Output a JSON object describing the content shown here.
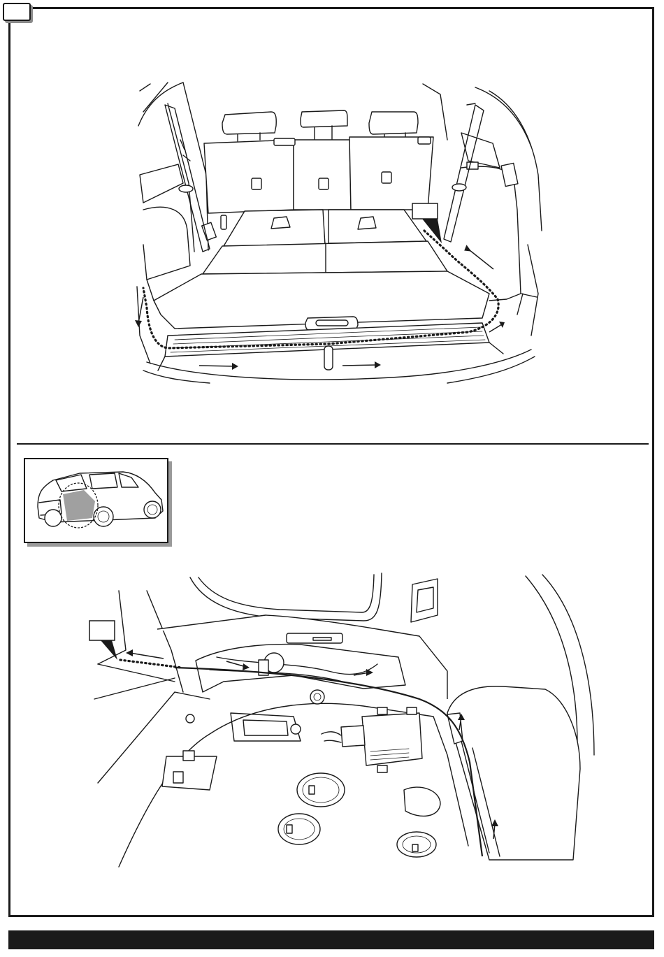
{
  "page": {
    "step_number": "",
    "colors": {
      "line": "#1a1a1a",
      "paper": "#ffffff",
      "shadow": "#9a9a9a",
      "footer": "#1a1a1a"
    }
  },
  "figure_top": {
    "view": "rear-cargo-area-seats-folded",
    "callout_label": "",
    "route": "dotted-harness-route-around-cargo-floor",
    "icons": [
      "cargo-area-illustration",
      "route-arrow-icon"
    ]
  },
  "thumbnail": {
    "view": "vehicle-rear-three-quarter",
    "highlight": "rear-left-quarter-panel-circled"
  },
  "figure_bottom": {
    "view": "rear-left-quarter-panel-trim-removed",
    "callout_label": "",
    "route": "harness-routed-behind-trim-to-module",
    "icons": [
      "harness-module-icon",
      "route-arrow-icon"
    ]
  },
  "footer": {
    "text": ""
  }
}
